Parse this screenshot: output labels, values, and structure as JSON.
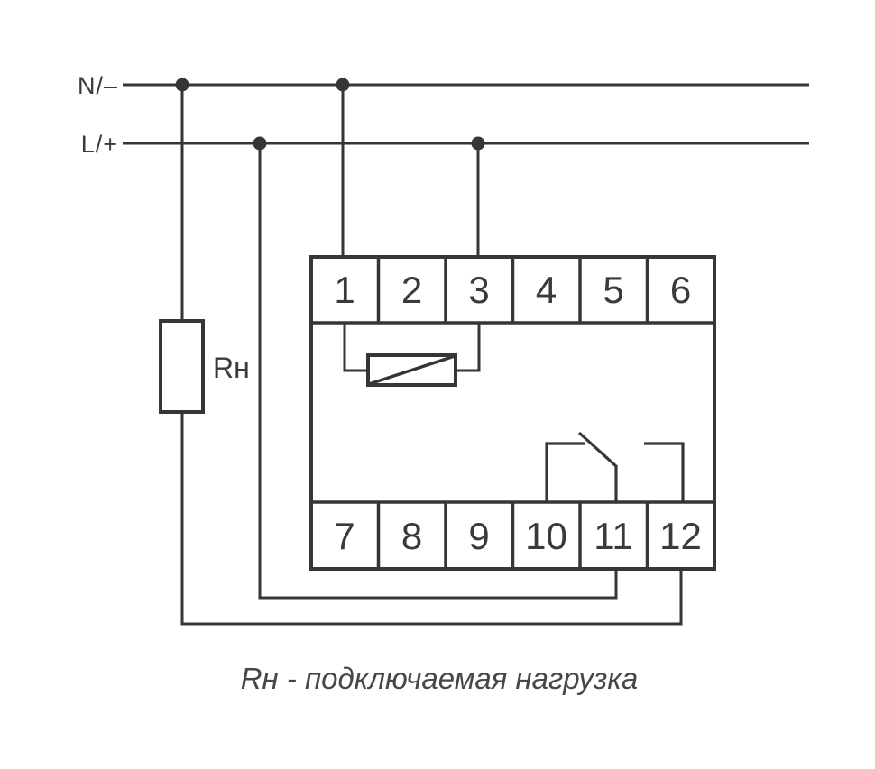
{
  "colors": {
    "line": "#363636",
    "text": "#3a3a3a",
    "caption": "#474747",
    "background": "#ffffff"
  },
  "buses": {
    "n_label": "N/–",
    "l_label": "L/+"
  },
  "load": {
    "label": "Rн"
  },
  "device": {
    "top_terminals": [
      "1",
      "2",
      "3",
      "4",
      "5",
      "6"
    ],
    "bottom_terminals": [
      "7",
      "8",
      "9",
      "10",
      "11",
      "12"
    ]
  },
  "caption": "Rн - подключаемая нагрузка"
}
